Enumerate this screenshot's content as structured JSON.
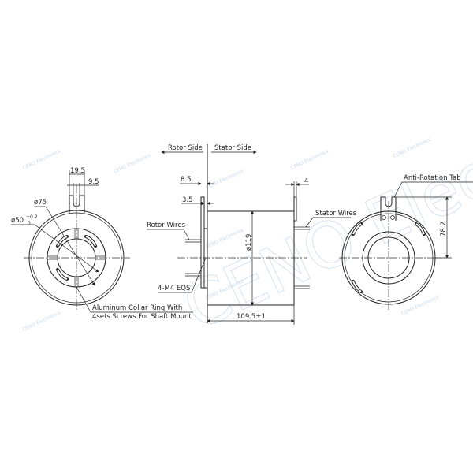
{
  "watermark": {
    "small": "CENO Electronics",
    "large": "CENO Electro"
  },
  "labels": {
    "rotor_side": "Rotor Side",
    "stator_side": "Stator Side",
    "rotor_wires": "Rotor Wires",
    "stator_wires": "Stator Wires",
    "screws": "4-M4 EQS",
    "collar_line1": "Aluminum Collar Ring With",
    "collar_line2": "4sets Screws For Shaft Mount",
    "anti_rotation": "Anti-Rotation Tab"
  },
  "dimensions": {
    "tab_width": "19.5",
    "slot_width": "9.5",
    "collar_dia": "ø75",
    "bore_dia": "ø50",
    "bore_tol_upper": "+0.2",
    "bore_tol_lower": "0",
    "rotor_flange": "8.5",
    "collar_thick": "3.5",
    "stator_flange": "4",
    "body_dia": "ø119",
    "length": "109.5±1",
    "tab_height": "78.2"
  }
}
